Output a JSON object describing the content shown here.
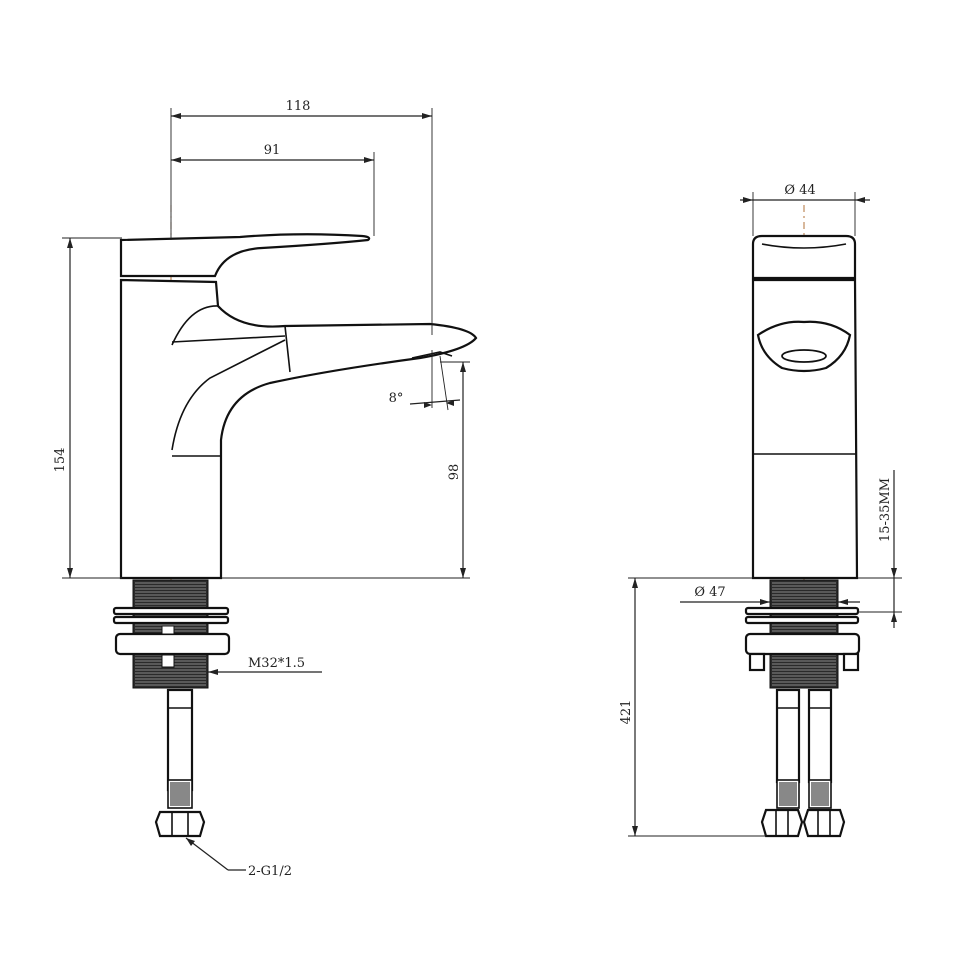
{
  "drawing": {
    "side_view": {
      "dim_overall_length": "118",
      "dim_handle_length": "91",
      "dim_total_height": "154",
      "dim_spout_height": "98",
      "dim_spout_angle": "8°",
      "dim_thread": "M32*1.5",
      "dim_hose_connection": "2-G1/2"
    },
    "front_view": {
      "dim_handle_diameter": "Ø 44",
      "dim_base_diameter": "Ø 47",
      "dim_deck_thickness": "15-35MM",
      "dim_hose_length": "421"
    }
  }
}
